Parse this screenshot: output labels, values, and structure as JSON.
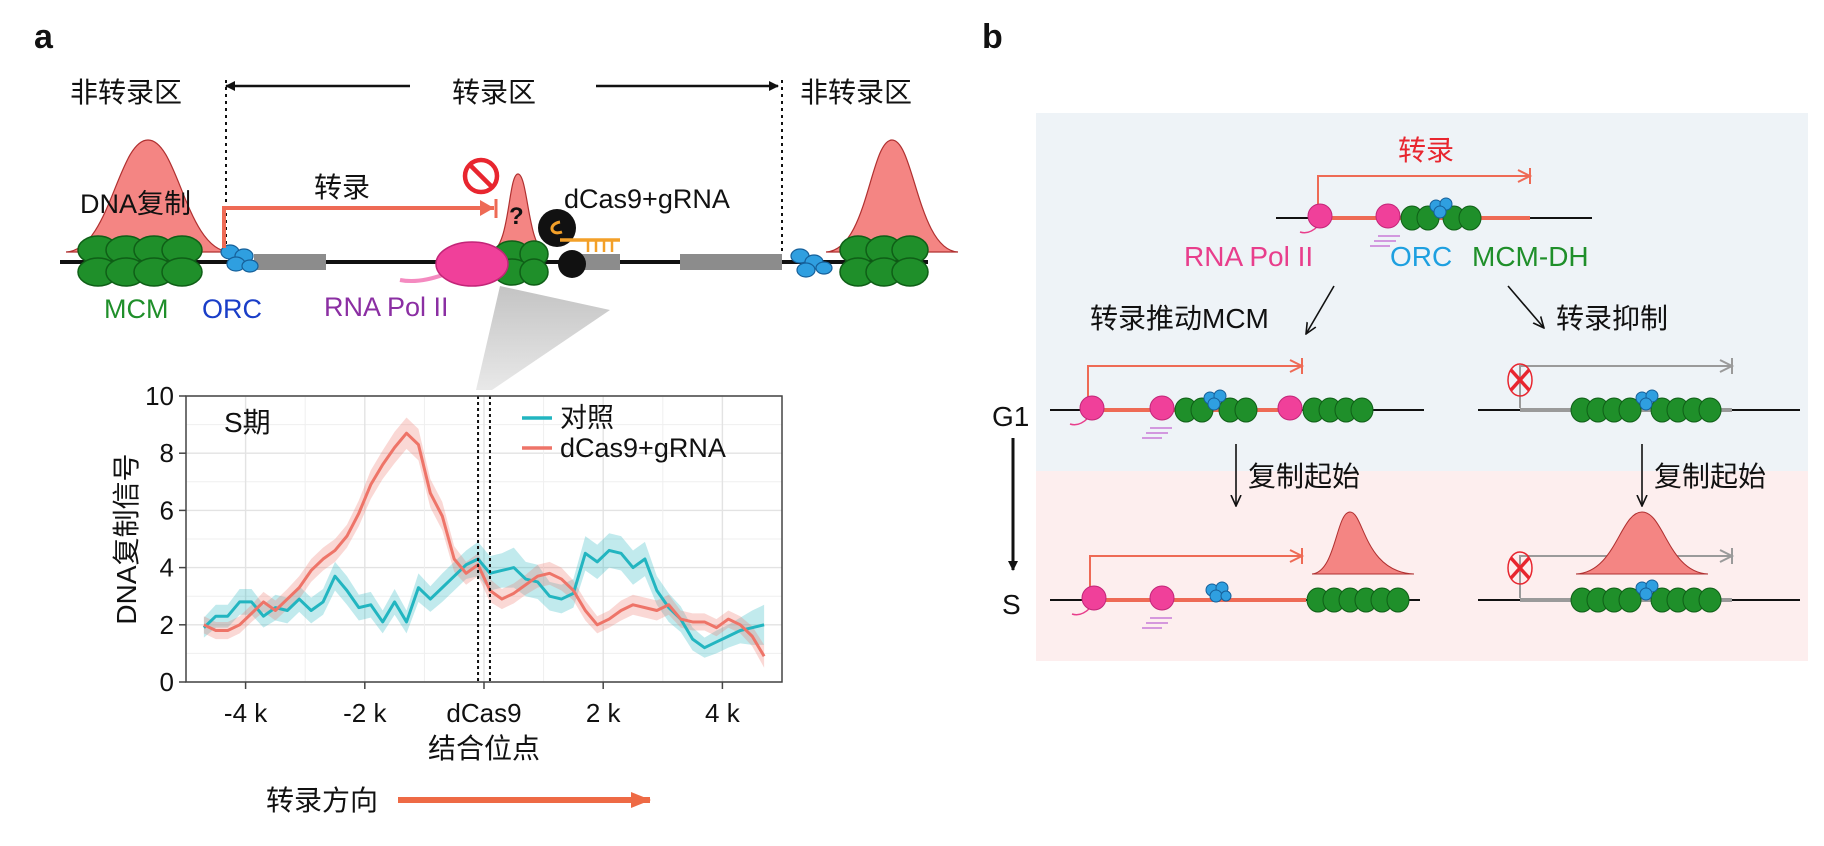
{
  "colors": {
    "mcm": "#1f8f2a",
    "mcm_dark": "#0f5f17",
    "orc": "#2f9fe0",
    "pol": "#f0409a",
    "transcript": "#ee6a55",
    "peak": "#f48583",
    "control": "#22b5c0",
    "dcas9": "#ee7468",
    "grey_gene": "#8c8c8c",
    "panel_bg_top": "#eef3f7",
    "panel_bg_bottom": "#fdeeee",
    "block_red": "#e8262f",
    "label_red": "#e8262f",
    "label_pink": "#e83e8c",
    "label_blue": "#1ea0e0",
    "label_green": "#1f8f2a",
    "label_purple": "#8b2fa3",
    "label_dblue": "#1a3ec8"
  },
  "panel_a": {
    "letter": "a",
    "nontx_left": "非转录区",
    "tx_region": "转录区",
    "nontx_right": "非转录区",
    "dna_rep": "DNA复制",
    "transcription": "转录",
    "dcas9_label": "dCas9+gRNA",
    "question": "?",
    "mcm": "MCM",
    "orc": "ORC",
    "pol2": "RNA Pol II",
    "direction_label": "转录方向",
    "icons": [
      "replication-peak",
      "mcm-complex",
      "orc-complex",
      "rna-pol-ii",
      "dcas9-complex",
      "prohibited-sign"
    ]
  },
  "panel_b": {
    "letter": "b",
    "tx_title": "转录",
    "pol2": "RNA Pol II",
    "orc": "ORC",
    "mcmdh": "MCM-DH",
    "push_label": "转录推动MCM",
    "inhibit_label": "转录抑制",
    "g1": "G1",
    "s": "S",
    "rep_init_left": "复制起始",
    "rep_init_right": "复制起始"
  },
  "chart_data": {
    "type": "line",
    "title": "S期",
    "xlabel": "结合位点",
    "ylabel": "DNA复制信号",
    "xlim": [
      -5000,
      5000
    ],
    "ylim": [
      0,
      10
    ],
    "xticks": [
      -4000,
      -2000,
      0,
      2000,
      4000
    ],
    "xtick_labels": [
      "-4 k",
      "-2 k",
      "dCas9",
      "2 k",
      "4 k"
    ],
    "yticks": [
      0,
      2,
      4,
      6,
      8,
      10
    ],
    "ytick_labels": [
      "0",
      "2",
      "4",
      "6",
      "8",
      "10"
    ],
    "grid": true,
    "legend": "top-right",
    "vlines": [
      -100,
      100
    ],
    "series": [
      {
        "name": "对照",
        "color": "#22b5c0",
        "x": [
          -4700,
          -4500,
          -4300,
          -4100,
          -3900,
          -3700,
          -3500,
          -3300,
          -3100,
          -2900,
          -2700,
          -2500,
          -2300,
          -2100,
          -1900,
          -1700,
          -1500,
          -1300,
          -1100,
          -900,
          -700,
          -500,
          -300,
          -100,
          100,
          300,
          500,
          700,
          900,
          1100,
          1300,
          1500,
          1700,
          1900,
          2100,
          2300,
          2500,
          2700,
          2900,
          3100,
          3300,
          3500,
          3700,
          3900,
          4100,
          4300,
          4500,
          4700
        ],
        "y": [
          1.9,
          2.3,
          2.3,
          2.8,
          2.8,
          2.3,
          2.6,
          2.5,
          2.9,
          2.5,
          2.8,
          3.7,
          3.2,
          2.6,
          2.7,
          2.1,
          2.8,
          2.1,
          3.3,
          2.9,
          3.3,
          3.7,
          4.1,
          4.3,
          3.8,
          3.9,
          4.0,
          3.6,
          3.5,
          3.0,
          2.9,
          3.1,
          4.5,
          4.2,
          4.6,
          4.5,
          4.0,
          4.3,
          3.2,
          2.6,
          2.2,
          1.5,
          1.2,
          1.4,
          1.6,
          1.8,
          1.9,
          2.0
        ],
        "band": [
          0.35,
          0.4,
          0.4,
          0.45,
          0.45,
          0.4,
          0.45,
          0.45,
          0.45,
          0.45,
          0.45,
          0.5,
          0.5,
          0.45,
          0.45,
          0.4,
          0.45,
          0.4,
          0.5,
          0.45,
          0.5,
          0.5,
          0.5,
          0.6,
          0.6,
          0.6,
          0.7,
          0.6,
          0.6,
          0.5,
          0.5,
          0.5,
          0.6,
          0.6,
          0.6,
          0.6,
          0.6,
          0.6,
          0.5,
          0.5,
          0.45,
          0.4,
          0.35,
          0.4,
          0.4,
          0.45,
          0.6,
          0.7
        ]
      },
      {
        "name": "dCas9+gRNA",
        "color": "#ee7468",
        "x": [
          -4700,
          -4500,
          -4300,
          -4100,
          -3900,
          -3700,
          -3500,
          -3300,
          -3100,
          -2900,
          -2700,
          -2500,
          -2300,
          -2100,
          -1900,
          -1700,
          -1500,
          -1300,
          -1100,
          -900,
          -700,
          -500,
          -300,
          -100,
          100,
          300,
          500,
          700,
          900,
          1100,
          1300,
          1500,
          1700,
          1900,
          2100,
          2300,
          2500,
          2700,
          2900,
          3100,
          3300,
          3500,
          3700,
          3900,
          4100,
          4300,
          4500,
          4700
        ],
        "y": [
          2.0,
          1.8,
          1.8,
          2.0,
          2.4,
          2.8,
          2.5,
          2.9,
          3.3,
          3.9,
          4.3,
          4.6,
          5.1,
          5.9,
          6.9,
          7.6,
          8.2,
          8.7,
          8.3,
          6.6,
          5.8,
          4.3,
          3.8,
          4.1,
          3.2,
          2.9,
          3.1,
          3.4,
          3.7,
          3.8,
          3.6,
          3.2,
          2.5,
          2.0,
          2.2,
          2.5,
          2.7,
          2.6,
          2.5,
          2.7,
          2.2,
          2.1,
          2.1,
          1.9,
          2.2,
          2.0,
          1.6,
          0.9
        ],
        "band": [
          0.3,
          0.3,
          0.3,
          0.3,
          0.3,
          0.35,
          0.35,
          0.35,
          0.4,
          0.4,
          0.4,
          0.4,
          0.4,
          0.45,
          0.5,
          0.5,
          0.55,
          0.55,
          0.55,
          0.5,
          0.5,
          0.45,
          0.4,
          0.4,
          0.4,
          0.35,
          0.35,
          0.35,
          0.4,
          0.4,
          0.4,
          0.35,
          0.35,
          0.3,
          0.3,
          0.35,
          0.35,
          0.35,
          0.35,
          0.35,
          0.3,
          0.3,
          0.3,
          0.3,
          0.3,
          0.3,
          0.35,
          0.4
        ]
      }
    ]
  }
}
